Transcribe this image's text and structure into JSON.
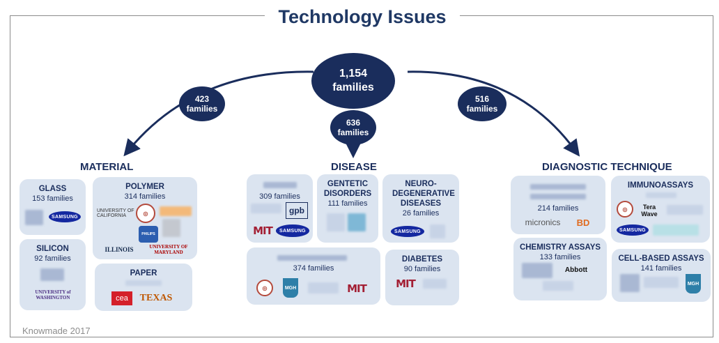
{
  "title": "Technology Issues",
  "root": {
    "count": "1,154",
    "label": "families"
  },
  "branches": [
    {
      "count": "423",
      "label": "families",
      "category": "MATERIAL"
    },
    {
      "count": "636",
      "label": "families",
      "category": "DISEASE"
    },
    {
      "count": "516",
      "label": "families",
      "category": "DIAGNOSTIC TECHNIQUE"
    }
  ],
  "material": {
    "glass": {
      "title": "GLASS",
      "families": "153 families"
    },
    "polymer": {
      "title": "POLYMER",
      "families": "314 families"
    },
    "silicon": {
      "title": "SILICON",
      "families": "92 families"
    },
    "paper": {
      "title": "PAPER"
    }
  },
  "disease": {
    "box1": {
      "families": "309 families"
    },
    "genetic": {
      "title": "GENTETIC DISORDERS",
      "families": "111 families"
    },
    "neuro": {
      "title": "NEURO-DEGENERATIVE DISEASES",
      "families": "26 families"
    },
    "box4": {
      "families": "374 families"
    },
    "diabetes": {
      "title": "DIABETES",
      "families": "90 families"
    }
  },
  "diagnostic": {
    "box1": {
      "families": "214 families"
    },
    "immuno": {
      "title": "IMMUNOASSAYS"
    },
    "chemistry": {
      "title": "CHEMISTRY ASSAYS",
      "families": "133 families"
    },
    "cell": {
      "title": "CELL-BASED ASSAYS",
      "families": "141 families"
    }
  },
  "logos": {
    "samsung": "SAMSUNG",
    "uc": "UNIVERSITY OF CALIFORNIA",
    "philips": "PHILIPS",
    "illinois": "ILLINOIS",
    "maryland": "UNIVERSITY OF MARYLAND",
    "washington": "UNIVERSITY of WASHINGTON",
    "cea": "cea",
    "texas": "TEXAS",
    "gpb": "gpb",
    "mit": "MIT",
    "mgh": "MGH",
    "micronics": "micronics",
    "bd": "BD",
    "terawave": "Tera Wave",
    "abbott": "Abbott"
  },
  "footer": "Knowmade 2017",
  "colors": {
    "node": "#1a2d5c",
    "box": "#dbe4f0",
    "title": "#1f3864"
  }
}
